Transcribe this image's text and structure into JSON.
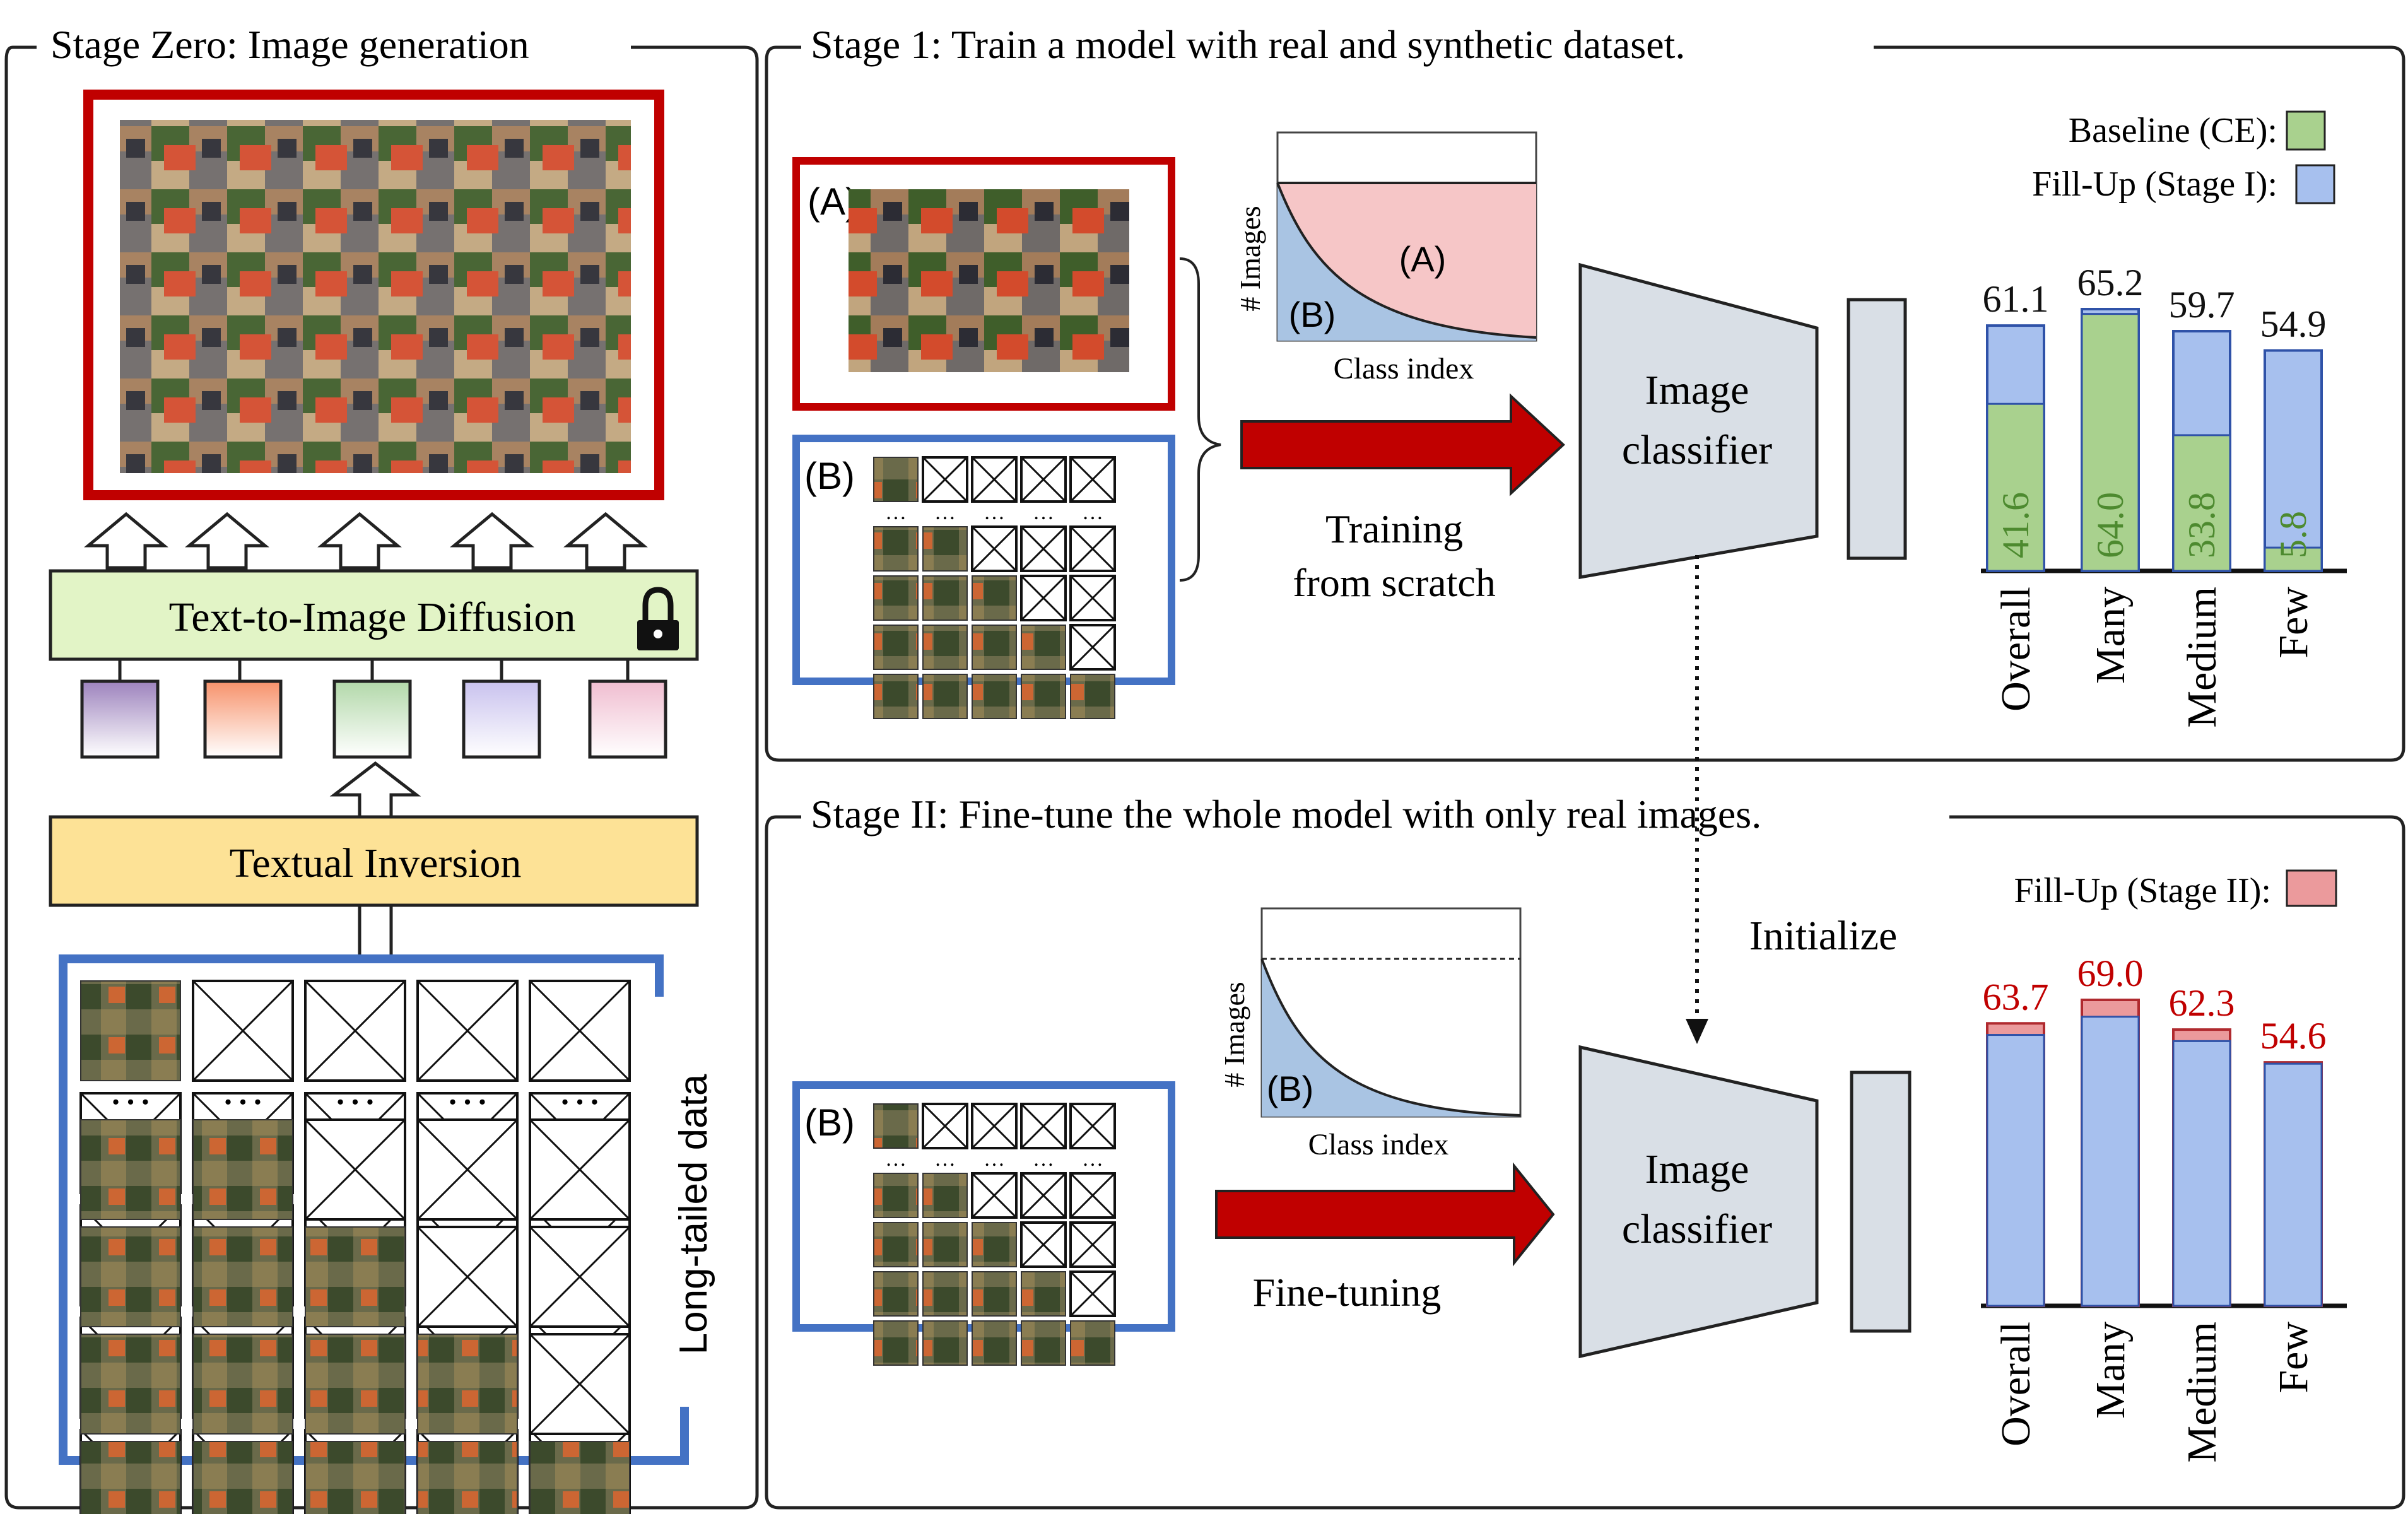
{
  "stage_zero": {
    "title": "Stage Zero: Image generation",
    "diffusion_label": "Text-to-Image Diffusion",
    "inversion_label": "Textual Inversion",
    "longtail_label": "Long-tailed data",
    "ellipsis": "…",
    "token_colors": [
      "#9d83bd",
      "#f7926b",
      "#b2d8a9",
      "#c9c2ee",
      "#f0bdd0"
    ]
  },
  "stage_one": {
    "title": "Stage 1: Train a model with real and synthetic dataset.",
    "set_a": "(A)",
    "set_b": "(B)",
    "hist_ylabel": "# Images",
    "hist_xlabel": "Class index",
    "hist_a": "(A)",
    "hist_b": "(B)",
    "arrow_label_1": "Training",
    "arrow_label_2": "from scratch",
    "classifier_1": "Image",
    "classifier_2": "classifier",
    "legend": [
      {
        "label": "Baseline (CE):",
        "color": "#a9d18e"
      },
      {
        "label": "Fill-Up (Stage I):",
        "color": "#a7c0ee"
      }
    ]
  },
  "stage_two": {
    "title": "Stage II: Fine-tune the whole model with only real images.",
    "set_b": "(B)",
    "hist_ylabel": "# Images",
    "hist_xlabel": "Class index",
    "hist_b": "(B)",
    "arrow_label": "Fine-tuning",
    "classifier_1": "Image",
    "classifier_2": "classifier",
    "initialize": "Initialize",
    "legend": [
      {
        "label": "Fill-Up (Stage II):",
        "color": "#eb9a9c"
      }
    ]
  },
  "chart_data": [
    {
      "type": "bar",
      "categories": [
        "Overall",
        "Many",
        "Medium",
        "Few"
      ],
      "series": [
        {
          "name": "Baseline (CE)",
          "values": [
            41.6,
            64.0,
            33.8,
            5.8
          ]
        },
        {
          "name": "Fill-Up (Stage I)",
          "values": [
            61.1,
            65.2,
            59.7,
            54.9
          ]
        }
      ],
      "colors": [
        "#a9d18e",
        "#a7c0ee"
      ],
      "legend": "top-right",
      "grid": false
    },
    {
      "type": "bar",
      "categories": [
        "Overall",
        "Many",
        "Medium",
        "Few"
      ],
      "series": [
        {
          "name": "Fill-Up (Stage I)",
          "values": [
            61.1,
            65.2,
            59.7,
            54.9
          ]
        },
        {
          "name": "Fill-Up (Stage II)",
          "values": [
            63.7,
            69.0,
            62.3,
            54.6
          ]
        }
      ],
      "colors": [
        "#a7c0ee",
        "#eb9a9c"
      ],
      "legend": "top-right",
      "grid": false
    }
  ]
}
